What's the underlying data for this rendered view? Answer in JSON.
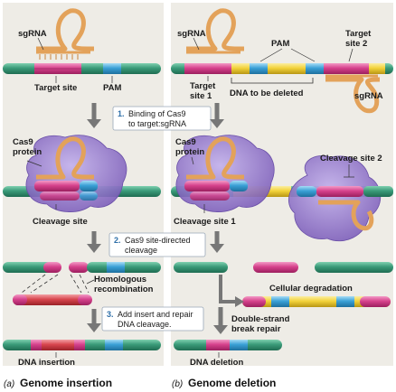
{
  "panel_a": {
    "labels": {
      "sgrna": "sgRNA",
      "target_site": "Target site",
      "pam": "PAM",
      "cas9_protein_line1": "Cas9",
      "cas9_protein_line2": "protein",
      "cleavage_site": "Cleavage site",
      "homologous_line1": "Homologous",
      "homologous_line2": "recombination",
      "dna_insertion": "DNA insertion"
    },
    "caption_letter": "(a)",
    "caption": "Genome insertion"
  },
  "panel_b": {
    "labels": {
      "sgrna_left": "sgRNA",
      "pam": "PAM",
      "target_site_2_line1": "Target",
      "target_site_2_line2": "site 2",
      "target_site_1_line1": "Target",
      "target_site_1_line2": "site 1",
      "dna_to_be_deleted": "DNA to be deleted",
      "sgrna_right": "sgRNA",
      "cas9_protein_line1": "Cas9",
      "cas9_protein_line2": "protein",
      "cleavage_site_2": "Cleavage site 2",
      "cleavage_site_1": "Cleavage site 1",
      "cellular_degradation": "Cellular degradation",
      "double_strand_line1": "Double-strand",
      "double_strand_line2": "break repair",
      "dna_deletion": "DNA deletion"
    },
    "caption_letter": "(b)",
    "caption": "Genome deletion"
  },
  "steps": [
    {
      "number": "1.",
      "line1": "Binding of Cas9",
      "line2": "to target:sgRNA"
    },
    {
      "number": "2.",
      "line1": "Cas9 site-directed",
      "line2": "cleavage"
    },
    {
      "number": "3.",
      "line1": "Add insert and repair",
      "line2": "DNA cleavage."
    }
  ],
  "colors": {
    "panel_bg": "#eeece6",
    "dna_green": "#3a9a78",
    "dna_pink": "#d6428c",
    "dna_blue": "#3aa0d6",
    "dna_yellow": "#f2d23a",
    "insert_red": "#d8464e",
    "sgrna_orange": "#e3a25a",
    "cas9_purple": "#8a6bc4",
    "arrow_gray": "#777777",
    "step_blue": "#2e6fa8"
  }
}
